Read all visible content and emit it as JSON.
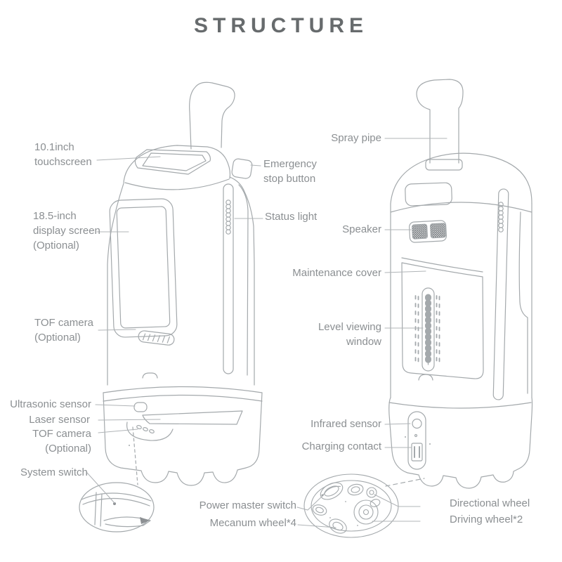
{
  "title": "STRUCTURE",
  "colors": {
    "line": "#a4a9ac",
    "leader": "#b0b4b7",
    "label_text": "#8b8f92",
    "title_text": "#676b6d",
    "background": "#ffffff"
  },
  "labels": {
    "touchscreen": {
      "lines": [
        "10.1inch",
        "touchscreen"
      ]
    },
    "display_screen": {
      "lines": [
        "18.5-inch",
        "display screen",
        "(Optional)"
      ]
    },
    "tof_camera_upper": {
      "lines": [
        "TOF camera",
        "(Optional)"
      ]
    },
    "ultrasonic": {
      "text": "Ultrasonic sensor"
    },
    "laser": {
      "text": "Laser sensor"
    },
    "tof_camera_lower": {
      "lines": [
        "TOF camera",
        "(Optional)"
      ]
    },
    "system_switch": {
      "text": "System switch"
    },
    "emergency": {
      "lines": [
        "Emergency",
        "stop button"
      ]
    },
    "status_light": {
      "text": "Status light"
    },
    "spray_pipe": {
      "text": "Spray pipe"
    },
    "speaker": {
      "text": "Speaker"
    },
    "maintenance_cover": {
      "text": "Maintenance cover"
    },
    "level_window": {
      "lines": [
        "Level viewing",
        "window"
      ]
    },
    "infrared": {
      "text": "Infrared sensor"
    },
    "charging": {
      "text": "Charging contact"
    },
    "power_switch": {
      "text": "Power master switch"
    },
    "mecanum_wheel": {
      "text": "Mecanum wheel*4"
    },
    "directional_wheel": {
      "text": "Directional wheel"
    },
    "driving_wheel": {
      "text": "Driving wheel*2"
    }
  }
}
